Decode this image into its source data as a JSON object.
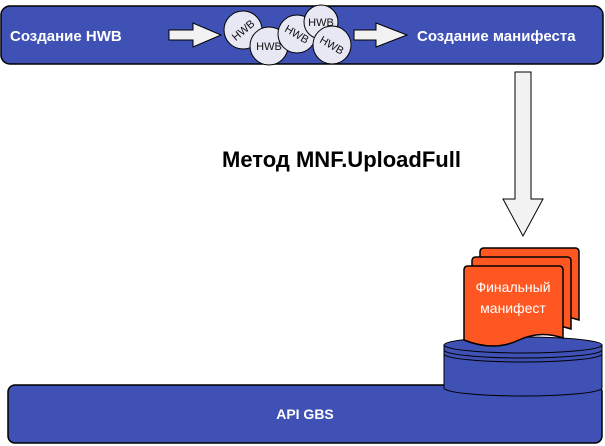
{
  "colors": {
    "bar_fill": "#3f51b5",
    "arrow_fill": "#f2f2f2",
    "doc_fill": "#ff5722",
    "circle_fill": "#e8e8f4",
    "outline": "#000000"
  },
  "top_bar": {
    "left_label": "Создание HWB",
    "right_label": "Создание манифеста",
    "hwb_items": [
      "HWB",
      "HWB",
      "HWB",
      "HWB",
      "HWB"
    ]
  },
  "method_label": "Метод MNF.UploadFull",
  "document": {
    "label_line1": "Финальный",
    "label_line2": "манифест"
  },
  "bottom_bar": {
    "label": "API GBS"
  }
}
